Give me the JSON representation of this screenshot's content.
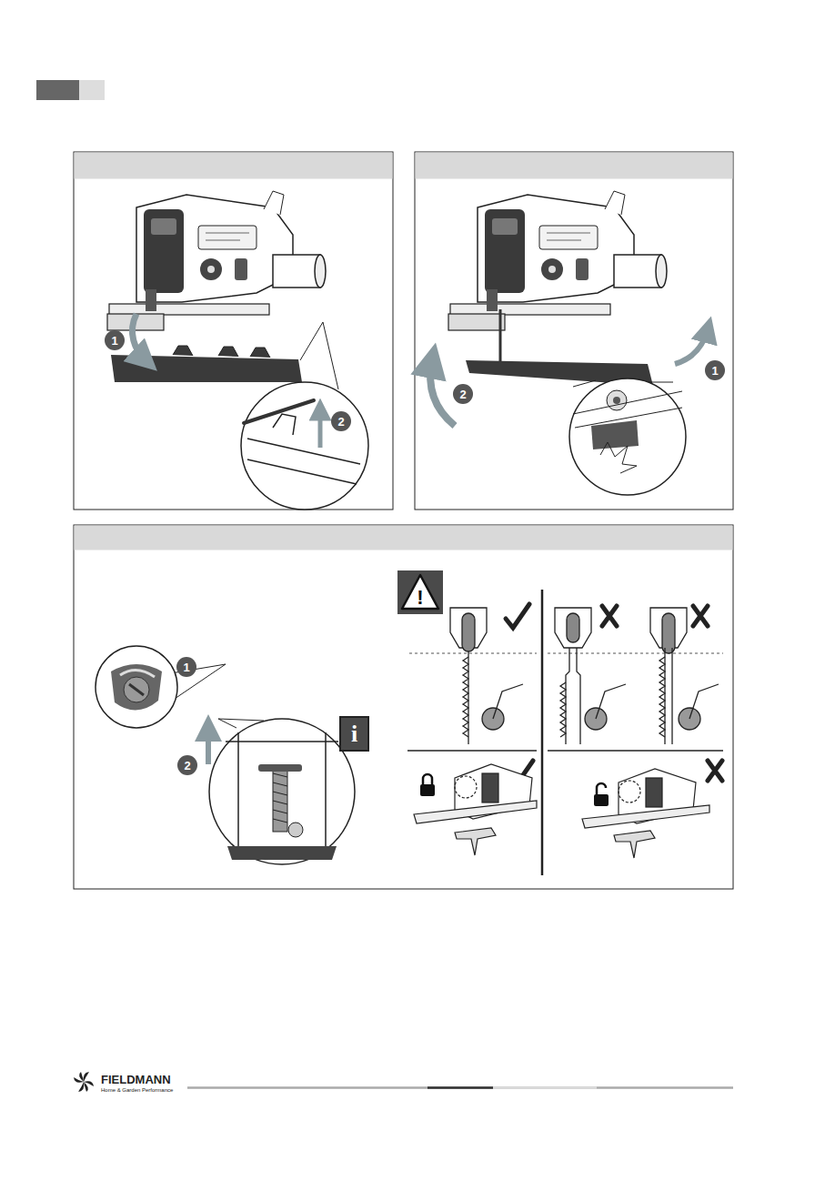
{
  "diagram": {
    "nodes": [
      {
        "text": [
          "1"
        ]
      },
      {
        "text": [
          "2"
        ]
      },
      {
        "text": [
          "1"
        ]
      },
      {
        "text": [
          "2"
        ]
      },
      {
        "text": [
          "!"
        ]
      },
      {
        "text": [
          "1"
        ]
      },
      {
        "text": [
          "i"
        ]
      },
      {
        "text": [
          "2"
        ]
      }
    ],
    "labels": [
      "FIELDMANN",
      "Home & Garden Performance"
    ]
  }
}
